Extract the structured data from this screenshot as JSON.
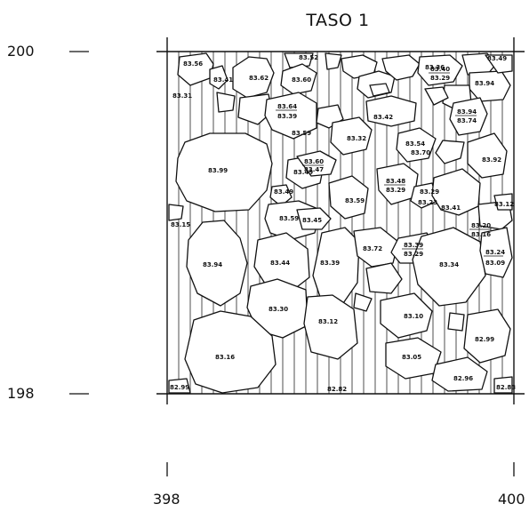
{
  "title": "TASO 1",
  "axis": {
    "y_top": "200",
    "y_bottom": "198",
    "x_left": "398",
    "x_right": "400"
  },
  "stone_labels": [
    "83.56",
    "83.41",
    "83.62",
    "83.52",
    "83.60",
    "83.36",
    "83.49",
    "83.94",
    "83.31",
    "83.64",
    "83.39",
    "83.59",
    "83.32",
    "83.42",
    "83.40",
    "83.29",
    "83.54",
    "83.70",
    "83.94",
    "83.74",
    "83.92",
    "83.99",
    "83.49",
    "83.60",
    "83.47",
    "83.48",
    "83.29",
    "83.15",
    "83.49",
    "83.59",
    "83.45",
    "83.59",
    "83.29",
    "83.23",
    "83.41",
    "83.12",
    "83.20",
    "83.16",
    "83.94",
    "83.44",
    "83.39",
    "83.72",
    "83.39",
    "83.29",
    "83.34",
    "83.24",
    "83.09",
    "83.30",
    "83.12",
    "83.10",
    "83.16",
    "82.99",
    "83.05",
    "82.96",
    "82.99",
    "82.82",
    "82.83"
  ]
}
